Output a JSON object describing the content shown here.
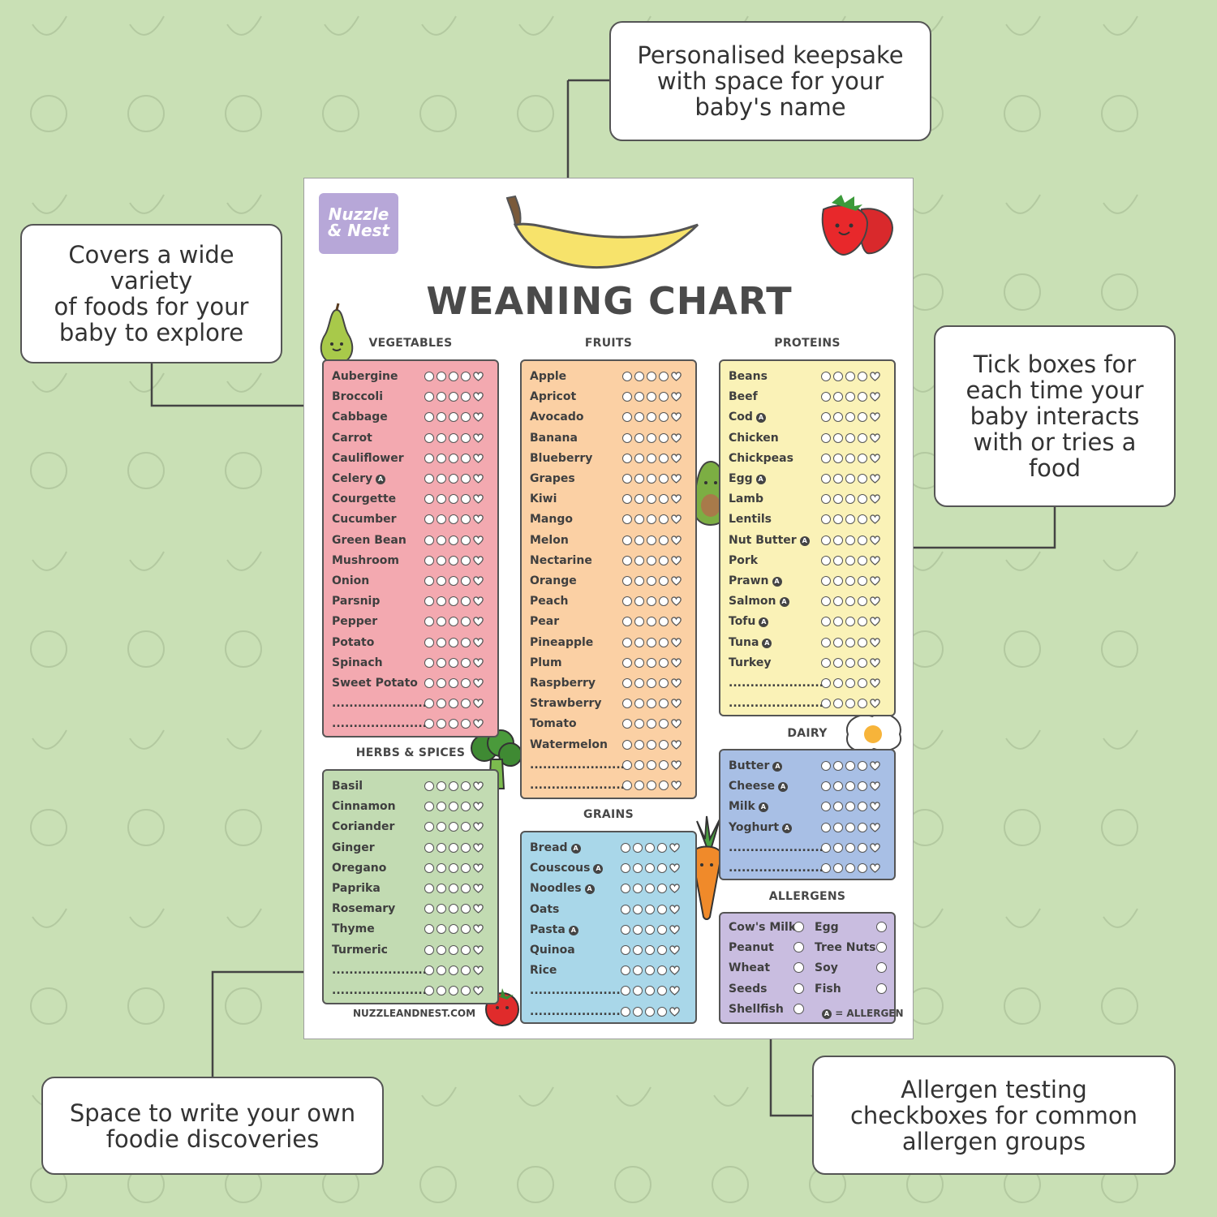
{
  "poster": {
    "logo_line1": "Nuzzle",
    "logo_line2": "& Nest",
    "title": "WEANING CHART",
    "url": "NUZZLEANDNEST.COM",
    "legend": "= ALLERGEN",
    "allergen_symbol": "A"
  },
  "sections": {
    "vegetables": {
      "heading": "VEGETABLES",
      "items": [
        "Aubergine",
        "Broccoli",
        "Cabbage",
        "Carrot",
        "Cauliflower",
        "Celery",
        "Courgette",
        "Cucumber",
        "Green Bean",
        "Mushroom",
        "Onion",
        "Parsnip",
        "Pepper",
        "Potato",
        "Spinach",
        "Sweet Potato",
        "......................",
        "......................"
      ],
      "allergen_flags": [
        false,
        false,
        false,
        false,
        false,
        true,
        false,
        false,
        false,
        false,
        false,
        false,
        false,
        false,
        false,
        false,
        false,
        false
      ],
      "color": "#f3a9b0"
    },
    "fruits": {
      "heading": "FRUITS",
      "items": [
        "Apple",
        "Apricot",
        "Avocado",
        "Banana",
        "Blueberry",
        "Grapes",
        "Kiwi",
        "Mango",
        "Melon",
        "Nectarine",
        "Orange",
        "Peach",
        "Pear",
        "Pineapple",
        "Plum",
        "Raspberry",
        "Strawberry",
        "Tomato",
        "Watermelon",
        "......................",
        "......................"
      ],
      "allergen_flags": [
        false,
        false,
        false,
        false,
        false,
        false,
        false,
        false,
        false,
        false,
        false,
        false,
        false,
        false,
        false,
        false,
        false,
        false,
        false,
        false,
        false
      ],
      "color": "#fbd0a4"
    },
    "proteins": {
      "heading": "PROTEINS",
      "items": [
        "Beans",
        "Beef",
        "Cod",
        "Chicken",
        "Chickpeas",
        "Egg",
        "Lamb",
        "Lentils",
        "Nut Butter",
        "Pork",
        "Prawn",
        "Salmon",
        "Tofu",
        "Tuna",
        "Turkey",
        "......................",
        "......................"
      ],
      "allergen_flags": [
        false,
        false,
        true,
        false,
        false,
        true,
        false,
        false,
        true,
        false,
        true,
        true,
        true,
        true,
        false,
        false,
        false
      ],
      "color": "#faf2b7"
    },
    "herbs": {
      "heading": "HERBS & SPICES",
      "items": [
        "Basil",
        "Cinnamon",
        "Coriander",
        "Ginger",
        "Oregano",
        "Paprika",
        "Rosemary",
        "Thyme",
        "Turmeric",
        "......................",
        "......................"
      ],
      "allergen_flags": [
        false,
        false,
        false,
        false,
        false,
        false,
        false,
        false,
        false,
        false,
        false
      ],
      "color": "#c2dbb2"
    },
    "grains": {
      "heading": "GRAINS",
      "items": [
        "Bread",
        "Couscous",
        "Noodles",
        "Oats",
        "Pasta",
        "Quinoa",
        "Rice",
        "......................",
        "......................"
      ],
      "allergen_flags": [
        true,
        true,
        true,
        false,
        true,
        false,
        false,
        false,
        false
      ],
      "color": "#a9d7e9"
    },
    "dairy": {
      "heading": "DAIRY",
      "items": [
        "Butter",
        "Cheese",
        "Milk",
        "Yoghurt",
        "......................",
        "......................"
      ],
      "allergen_flags": [
        true,
        true,
        true,
        true,
        false,
        false
      ],
      "color": "#a8bfe5"
    },
    "allergens": {
      "heading": "ALLERGENS",
      "left": [
        "Cow's Milk",
        "Peanut",
        "Wheat",
        "Seeds",
        "Shellfish"
      ],
      "right": [
        "Egg",
        "Tree Nuts",
        "Soy",
        "Fish"
      ],
      "color": "#c9bde0"
    }
  },
  "callouts": {
    "keepsake": "Personalised keepsake\nwith space for your\nbaby's name",
    "variety": "Covers a wide\nvariety\nof foods for your\nbaby to explore",
    "tick": "Tick boxes for\neach time your\nbaby interacts\nwith or tries a\nfood",
    "space": "Space to write your own\nfoodie discoveries",
    "allergen": "Allergen testing\ncheckboxes for common\nallergen groups"
  },
  "colors": {
    "background": "#c9e0b5",
    "outline": "#555555"
  }
}
